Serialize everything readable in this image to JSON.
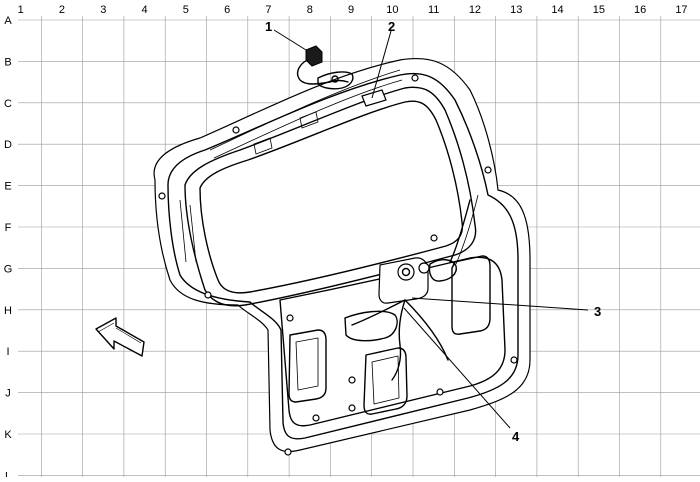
{
  "grid": {
    "columns": [
      "1",
      "2",
      "3",
      "4",
      "5",
      "6",
      "7",
      "8",
      "9",
      "10",
      "11",
      "12",
      "13",
      "14",
      "15",
      "16",
      "17"
    ],
    "rows": [
      "A",
      "B",
      "C",
      "D",
      "E",
      "F",
      "G",
      "H",
      "I",
      "J",
      "K",
      "L"
    ]
  },
  "callouts": [
    "1",
    "2",
    "3",
    "4"
  ],
  "icons": {
    "direction_arrow": "front-direction-arrow-icon",
    "connector": "electrical-connector-icon"
  }
}
